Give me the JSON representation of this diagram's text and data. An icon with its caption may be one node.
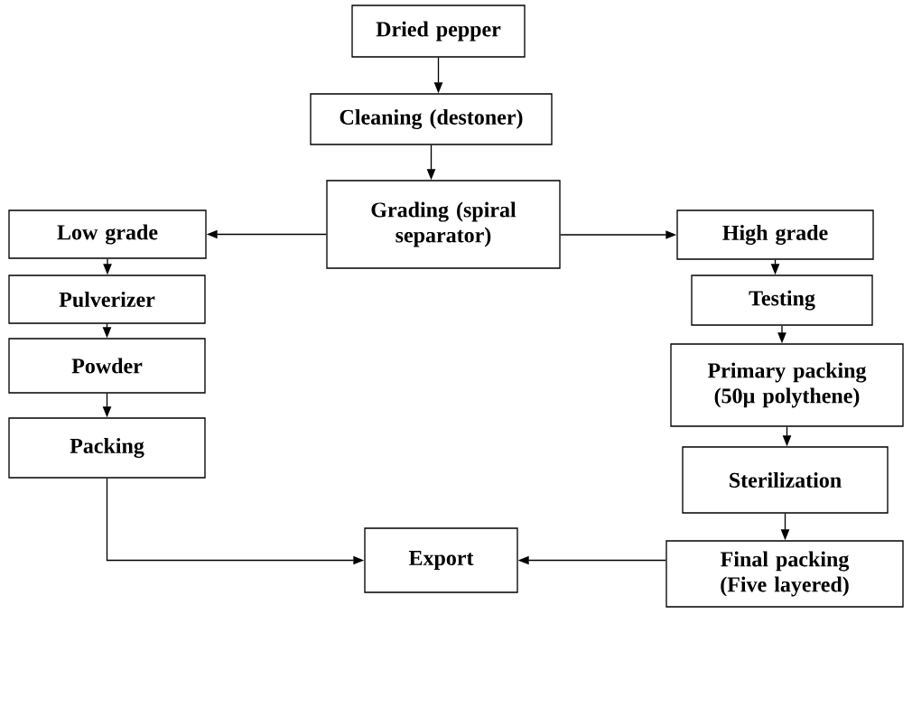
{
  "diagram": {
    "nodes": [
      {
        "text": [
          "Dried pepper"
        ]
      },
      {
        "text": [
          "Cleaning (destoner)"
        ]
      },
      {
        "text": [
          "Grading (spiral separator)"
        ]
      },
      {
        "text": [
          "Low grade"
        ]
      },
      {
        "text": [
          "High grade"
        ]
      },
      {
        "text": [
          "Pulverizer"
        ]
      },
      {
        "text": [
          "Testing"
        ]
      },
      {
        "text": [
          "Powder"
        ]
      },
      {
        "text": [
          "Primary packing (50µ polythene)"
        ]
      },
      {
        "text": [
          "Packing"
        ]
      },
      {
        "text": [
          "Sterilization"
        ]
      },
      {
        "text": [
          "Export"
        ]
      },
      {
        "text": [
          "Final packing (Five layered)"
        ]
      }
    ],
    "edges": [
      {
        "from": 0,
        "to": 1,
        "arrow": "to"
      },
      {
        "from": 1,
        "to": 2,
        "arrow": "to"
      },
      {
        "from": 2,
        "to": 3,
        "arrow": "to"
      },
      {
        "from": 2,
        "to": 4,
        "arrow": "to"
      },
      {
        "from": 3,
        "to": 5,
        "arrow": "to"
      },
      {
        "from": 5,
        "to": 7,
        "arrow": "to"
      },
      {
        "from": 7,
        "to": 9,
        "arrow": "to"
      },
      {
        "from": 9,
        "to": 11,
        "arrow": "to"
      },
      {
        "from": 4,
        "to": 6,
        "arrow": "to"
      },
      {
        "from": 6,
        "to": 8,
        "arrow": "to"
      },
      {
        "from": 8,
        "to": 10,
        "arrow": "to"
      },
      {
        "from": 10,
        "to": 12,
        "arrow": "to"
      },
      {
        "from": 12,
        "to": 11,
        "arrow": "to"
      }
    ]
  }
}
